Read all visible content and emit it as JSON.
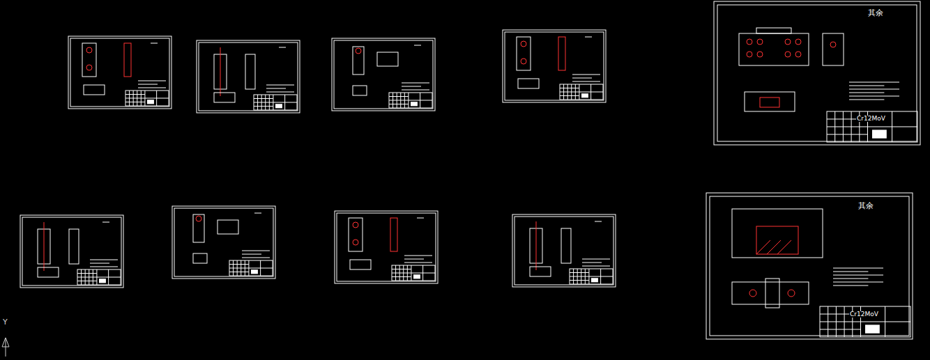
{
  "diagram": {
    "labels": [
      "其余",
      "Cr12MoV",
      "其余",
      "Cr12MoV",
      "Y"
    ]
  }
}
